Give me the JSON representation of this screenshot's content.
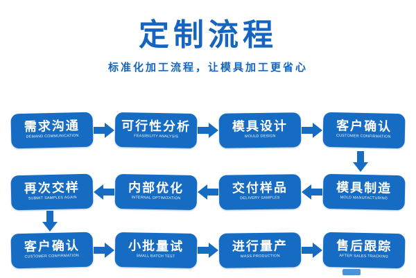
{
  "colors": {
    "primary": "#1565c0",
    "box_blue": "#166bc2"
  },
  "header": {
    "title": "定制流程",
    "subtitle": "标准化加工流程，让模具加工更省心"
  },
  "flow": {
    "rows": [
      {
        "direction": "right",
        "items": [
          {
            "title": "需求沟通",
            "subtitle": "DEMAND COMMUNICATION"
          },
          {
            "title": "可行性分析",
            "subtitle": "FEASIBILITY ANALYSIS"
          },
          {
            "title": "模具设计",
            "subtitle": "MOULD DESIGN"
          },
          {
            "title": "客户确认",
            "subtitle": "CUSTOMER CONFIRMATION"
          }
        ]
      },
      {
        "direction": "left",
        "items": [
          {
            "title": "再次交样",
            "subtitle": "SUBMIT SAMPLES AGAIN"
          },
          {
            "title": "内部优化",
            "subtitle": "INTERNAL OPTIMIZATION"
          },
          {
            "title": "交付样品",
            "subtitle": "DELIVERY SAMPLES"
          },
          {
            "title": "模具制造",
            "subtitle": "MOLD MANUFACTURING"
          }
        ]
      },
      {
        "direction": "right",
        "items": [
          {
            "title": "客户确认",
            "subtitle": "CUSTOMER CONFIRMATION"
          },
          {
            "title": "小批量试",
            "subtitle": "SMALL BATCH TEST"
          },
          {
            "title": "进行量产",
            "subtitle": "MASS PRODUCTION"
          },
          {
            "title": "售后跟踪",
            "subtitle": "AFTER SALES TRACKING"
          }
        ]
      }
    ]
  }
}
